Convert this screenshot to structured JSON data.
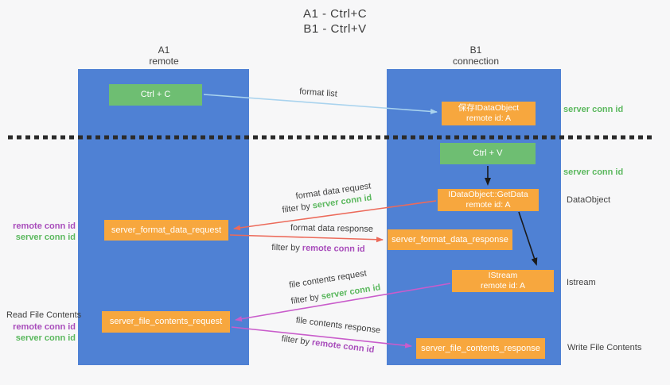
{
  "title": {
    "line1": "A1 - Ctrl+C",
    "line2": "B1 - Ctrl+V"
  },
  "lanes": {
    "left": {
      "name": "A1",
      "role": "remote"
    },
    "right": {
      "name": "B1",
      "role": "connection"
    }
  },
  "nodes": {
    "ctrl_c": {
      "label": "Ctrl + C"
    },
    "ctrl_v": {
      "label": "Ctrl + V"
    },
    "save_idataobject": {
      "line1": "保存IDataObject",
      "line2": "remote id: A"
    },
    "getdata": {
      "line1": "IDataObject::GetData",
      "line2": "remote id: A"
    },
    "istream": {
      "line1": "IStream",
      "line2": "remote id: A"
    },
    "format_request": {
      "label": "server_format_data_request"
    },
    "format_response": {
      "label": "server_format_data_response"
    },
    "file_request": {
      "label": "server_file_contents_request"
    },
    "file_response": {
      "label": "server_file_contents_response"
    }
  },
  "flow_labels": {
    "format_list": {
      "text": "format list"
    },
    "format_data_request": {
      "text": "format data request",
      "filter_prefix": "filter by ",
      "filter_value": "server conn id"
    },
    "format_data_response": {
      "text": "format data response",
      "filter_prefix": "filter by ",
      "filter_value": "remote conn id"
    },
    "file_contents_request": {
      "text": "file contents request",
      "filter_prefix": "filter by ",
      "filter_value": "server conn id"
    },
    "file_contents_response": {
      "text": "file contents response",
      "filter_prefix": "filter by ",
      "filter_value": "remote conn id"
    }
  },
  "side_labels": {
    "right_server_conn_id_1": "server conn id",
    "right_server_conn_id_2": "server conn id",
    "data_object": "DataObject",
    "istream": "Istream",
    "write_file_contents": "Write File Contents",
    "read_file_contents": "Read File Contents",
    "left_remote_conn_id_1": "remote conn id",
    "left_server_conn_id_1": "server conn id",
    "left_remote_conn_id_2": "remote conn id",
    "left_server_conn_id_2": "server conn id"
  },
  "colors": {
    "lane-blue": "#4f81d4",
    "node-green": "#6ebe72",
    "node-orange": "#f7a73e",
    "label-green": "#5bb85e",
    "label-purple": "#a84cbb",
    "arrow-red": "#ec6a5a",
    "arrow-magenta": "#c95ccb",
    "arrow-lightblue": "#a9d3ee",
    "arrow-black": "#1a1a1a"
  }
}
